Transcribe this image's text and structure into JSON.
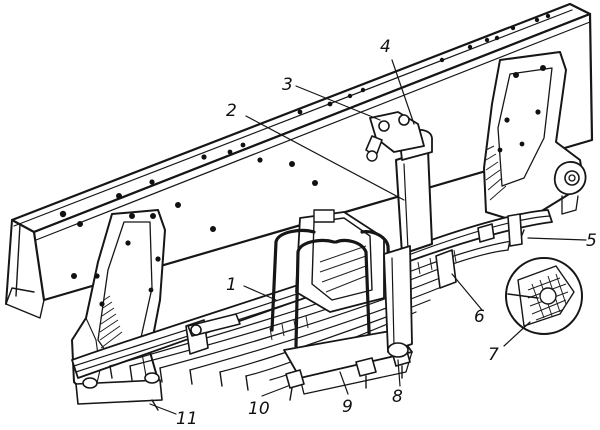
{
  "callouts": [
    {
      "id": "1",
      "text": "1"
    },
    {
      "id": "2",
      "text": "2"
    },
    {
      "id": "3",
      "text": "3"
    },
    {
      "id": "4",
      "text": "4"
    },
    {
      "id": "5",
      "text": "5"
    },
    {
      "id": "6",
      "text": "6"
    },
    {
      "id": "7",
      "text": "7"
    },
    {
      "id": "8",
      "text": "8"
    },
    {
      "id": "9",
      "text": "9"
    },
    {
      "id": "10",
      "text": "10"
    },
    {
      "id": "11",
      "text": "11"
    }
  ],
  "colors": {
    "ink": "#161616",
    "paper": "#ffffff"
  }
}
